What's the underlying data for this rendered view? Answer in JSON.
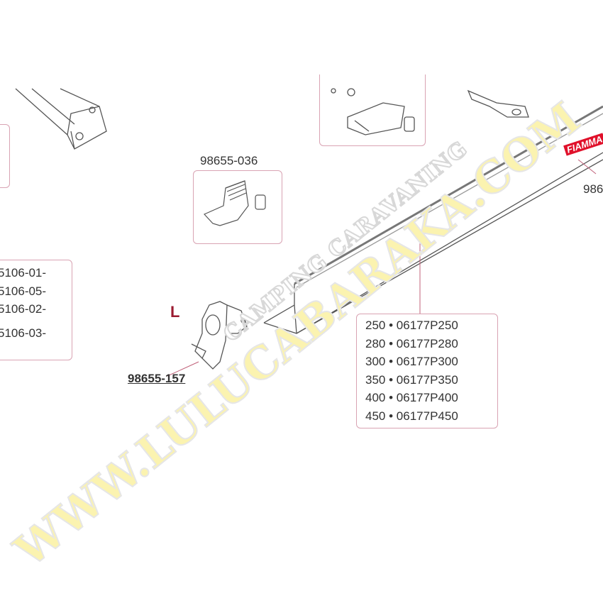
{
  "parts": {
    "bracket_box_label": "98655-036",
    "left_list": [
      "5106-01-",
      "5106-05-",
      "5106-02-",
      "5106-03-"
    ],
    "side_marker": "L",
    "end_cap_label": "98655-157",
    "right_label_partial": "986",
    "profile_list": [
      {
        "size": "250",
        "code": "06177P250"
      },
      {
        "size": "280",
        "code": "06177P280"
      },
      {
        "size": "300",
        "code": "06177P300"
      },
      {
        "size": "350",
        "code": "06177P350"
      },
      {
        "size": "400",
        "code": "06177P400"
      },
      {
        "size": "450",
        "code": "06177P450"
      }
    ],
    "bullet": "•"
  },
  "brand_logo": "FIAMMA",
  "watermark": {
    "main": "WWW.LULUCABARAKA.COM",
    "sub": "CAMPING CARAVANING"
  },
  "colors": {
    "box_border": "#d9a3b3",
    "marker": "#9b1b30",
    "logo_red": "#e0102a"
  }
}
